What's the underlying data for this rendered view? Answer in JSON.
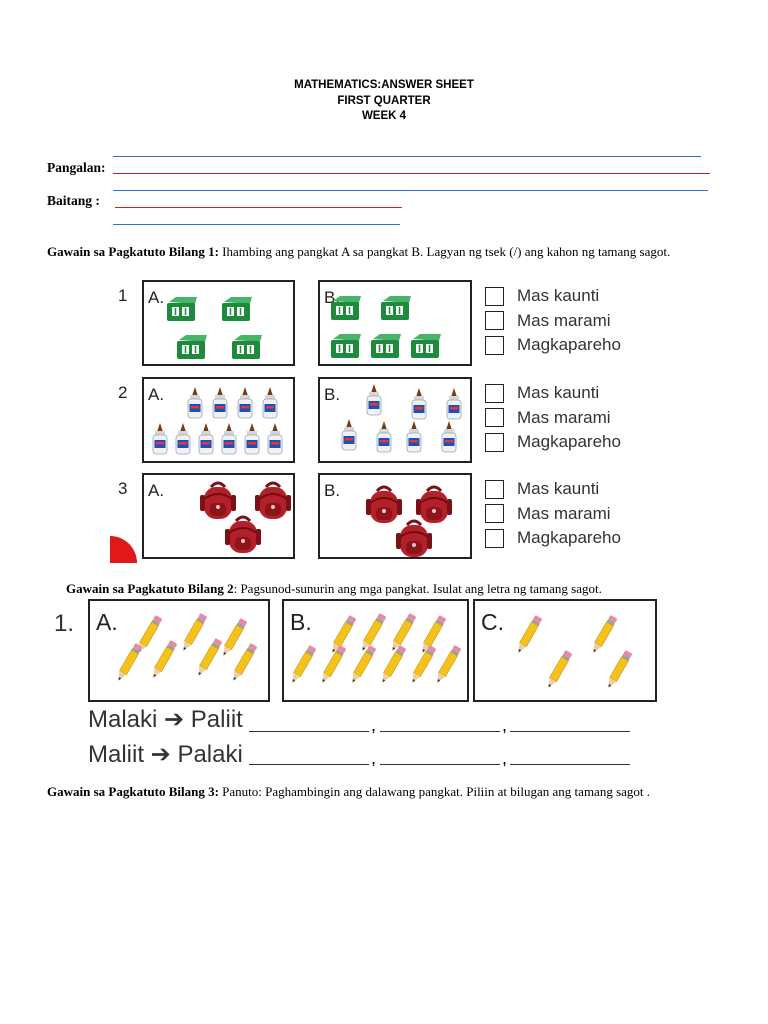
{
  "header": {
    "line1": "MATHEMATICS:ANSWER SHEET",
    "line2": "FIRST QUARTER",
    "line3": "WEEK 4"
  },
  "fields": {
    "name_label": "Pangalan:",
    "grade_label": "Baitang   :"
  },
  "task1": {
    "title": "Gawain sa Pagkatuto Bilang 1:",
    "instruction": " Ihambing ang pangkat A sa pangkat B. Lagyan ng tsek (/) ang kahon ng tamang sagot.",
    "rows": [
      {
        "number": "1",
        "a_label": "A.",
        "b_label": "B.",
        "a_count": 4,
        "b_count": 5,
        "item_icon": "green-box-icon"
      },
      {
        "number": "2",
        "a_label": "A.",
        "b_label": "B.",
        "a_count": 10,
        "b_count": 7,
        "item_icon": "glue-bottle-icon"
      },
      {
        "number": "3",
        "a_label": "A.",
        "b_label": "B.",
        "a_count": 3,
        "b_count": 3,
        "item_icon": "red-backpack-icon"
      }
    ],
    "options": [
      "Mas kaunti",
      "Mas marami",
      "Magkapareho"
    ]
  },
  "task2": {
    "title": "Gawain sa Pagkatuto Bilang 2",
    "instruction": ": Pagsunod-sunurin ang mga pangkat. Isulat ang letra ng tamang sagot.",
    "number": "1.",
    "groups": [
      {
        "label": "A.",
        "count": 7
      },
      {
        "label": "B.",
        "count": 10
      },
      {
        "label": "C.",
        "count": 4
      }
    ],
    "item_icon": "pencil-icon",
    "orders": [
      "Malaki ➔ Paliit",
      "Maliit ➔ Palaki"
    ],
    "separator": ","
  },
  "task3": {
    "title": "Gawain sa Pagkatuto Bilang 3:",
    "instruction": "  Panuto: Paghambingin ang dalawang pangkat. Piliin at bilugan ang tamang sagot ."
  },
  "colors": {
    "blue_line": "#2e75c9",
    "red_line": "#d42020",
    "green_box": "#1e8a3c",
    "backpack": "#b3202a",
    "pencil": "#f4c21a"
  }
}
